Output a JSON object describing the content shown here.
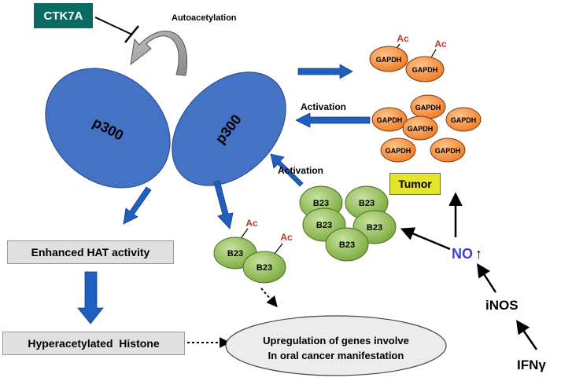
{
  "inhibitor_label": "CTK7A",
  "autoacetylation_label": "Autoacetylation",
  "p300_label": "p300",
  "gapdh_label": "GAPDH",
  "b23_label": "B23",
  "ac_label": "Ac",
  "activation_top_label": "Activation",
  "activation_mid_label": "Activation",
  "tumor_label": "Tumor",
  "hat_activity_label": "Enhanced HAT activity",
  "histone_label": "Hyperacetylated  Histone",
  "upregulation_line1": "Upregulation of genes involve",
  "upregulation_line2": "In oral cancer manifestation",
  "no_label": "NO",
  "no_up_arrow": "↑",
  "inos_label": "iNOS",
  "ifng_label": "IFNγ",
  "colors": {
    "inhibitor_bg": "#0b6b63",
    "p300_fill": "#4472c4",
    "gapdh_fill": "#f5883a",
    "b23_fill": "#8fbc4c",
    "ac_text": "#c0392b",
    "tumor_bg": "#e4e42a",
    "no_text": "#4040d0",
    "blue_arrow": "#1f5fbf"
  }
}
